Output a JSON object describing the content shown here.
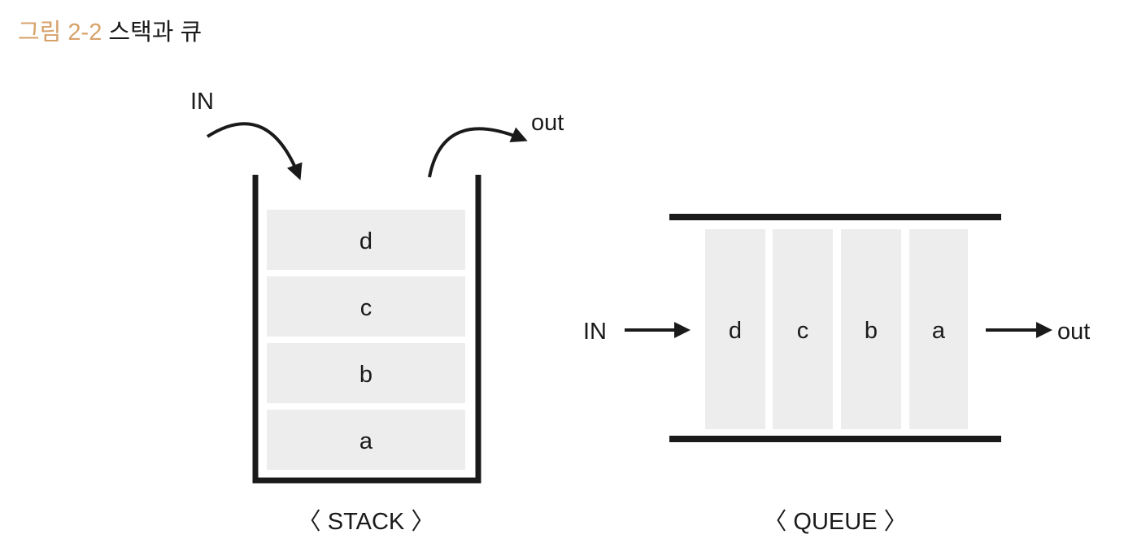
{
  "figure": {
    "number": "그림 2-2",
    "caption": "스택과 큐"
  },
  "stack": {
    "in_label": "IN",
    "out_label": "out",
    "items": [
      "d",
      "c",
      "b",
      "a"
    ],
    "caption": "〈 STACK 〉"
  },
  "queue": {
    "in_label": "IN",
    "out_label": "out",
    "items": [
      "d",
      "c",
      "b",
      "a"
    ],
    "caption": "〈 QUEUE 〉"
  },
  "colors": {
    "cell_fill": "#ededed",
    "stroke": "#1a1a1a",
    "title_accent": "#d7a16a"
  }
}
